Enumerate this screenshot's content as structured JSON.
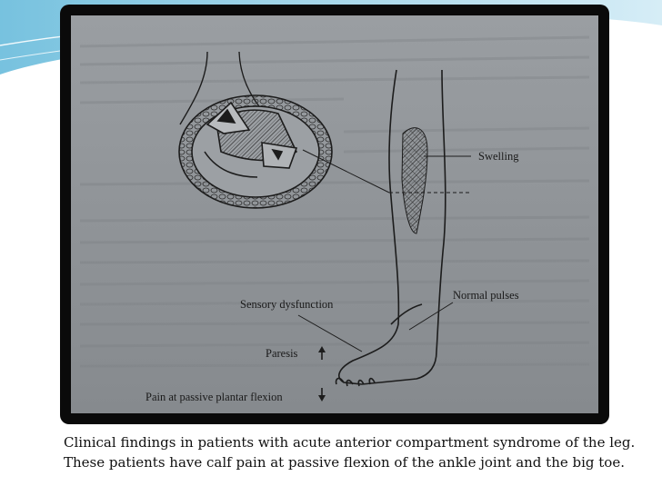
{
  "figure": {
    "labels": {
      "swelling": "Swelling",
      "sensory_dysfunction": "Sensory dysfunction",
      "normal_pulses": "Normal pulses",
      "paresis": "Paresis",
      "pain_passive_plantar_flexion": "Pain at passive plantar flexion"
    }
  },
  "caption": {
    "text": "Clinical findings in patients with acute anterior compartment syndrome of the leg. These patients have calf pain at passive flexion of the ankle joint and the big toe."
  },
  "colors": {
    "frame": "#0a0a0a",
    "page_gray": "#8c9196",
    "accent_wave": "#5fb7d9"
  }
}
